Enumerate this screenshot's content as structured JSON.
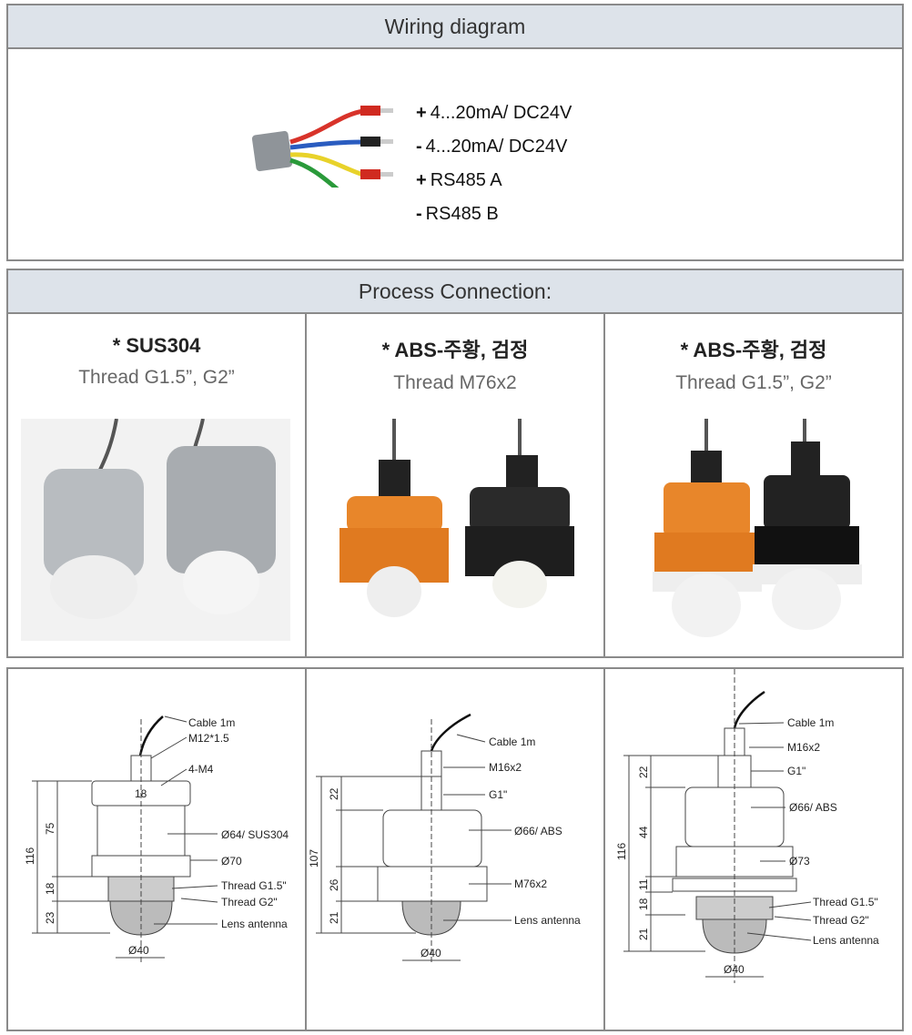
{
  "wiring": {
    "title": "Wiring diagram",
    "lines": [
      {
        "sign": "+",
        "text": "4...20mA/ DC24V"
      },
      {
        "sign": "-",
        "text": "4...20mA/ DC24V"
      },
      {
        "sign": "+",
        "text": "RS485 A"
      },
      {
        "sign": "-",
        "text": "RS485 B"
      }
    ],
    "wire_colors": [
      "#d8332a",
      "#2a5cc0",
      "#e8d22a",
      "#2a9a3a"
    ]
  },
  "process": {
    "title": "Process Connection:",
    "columns": [
      {
        "title": "* SUS304",
        "subtitle": "Thread G1.5”, G2”"
      },
      {
        "title": "* ABS-주황, 검정",
        "subtitle": "Thread M76x2"
      },
      {
        "title": "* ABS-주황, 검정",
        "subtitle": "Thread G1.5”, G2”"
      }
    ]
  },
  "drawings": [
    {
      "labels": [
        "Cable 1m",
        "M12*1.5",
        "4-M4",
        "Ø64/ SUS304",
        "Ø70",
        "Thread G1.5\"",
        "Thread G2\"",
        "Lens antenna"
      ],
      "dims": [
        "116",
        "75",
        "18",
        "23",
        "18",
        "Ø40"
      ]
    },
    {
      "labels": [
        "Cable 1m",
        "M16x2",
        "G1\"",
        "Ø66/ ABS",
        "M76x2",
        "Lens antenna"
      ],
      "dims": [
        "107",
        "22",
        "26",
        "21",
        "Ø40"
      ]
    },
    {
      "labels": [
        "Cable 1m",
        "M16x2",
        "G1\"",
        "Ø66/ ABS",
        "Ø73",
        "Thread G1.5\"",
        "Thread G2\"",
        "Lens antenna"
      ],
      "dims": [
        "116",
        "22",
        "44",
        "11",
        "18",
        "21",
        "Ø40"
      ]
    }
  ]
}
